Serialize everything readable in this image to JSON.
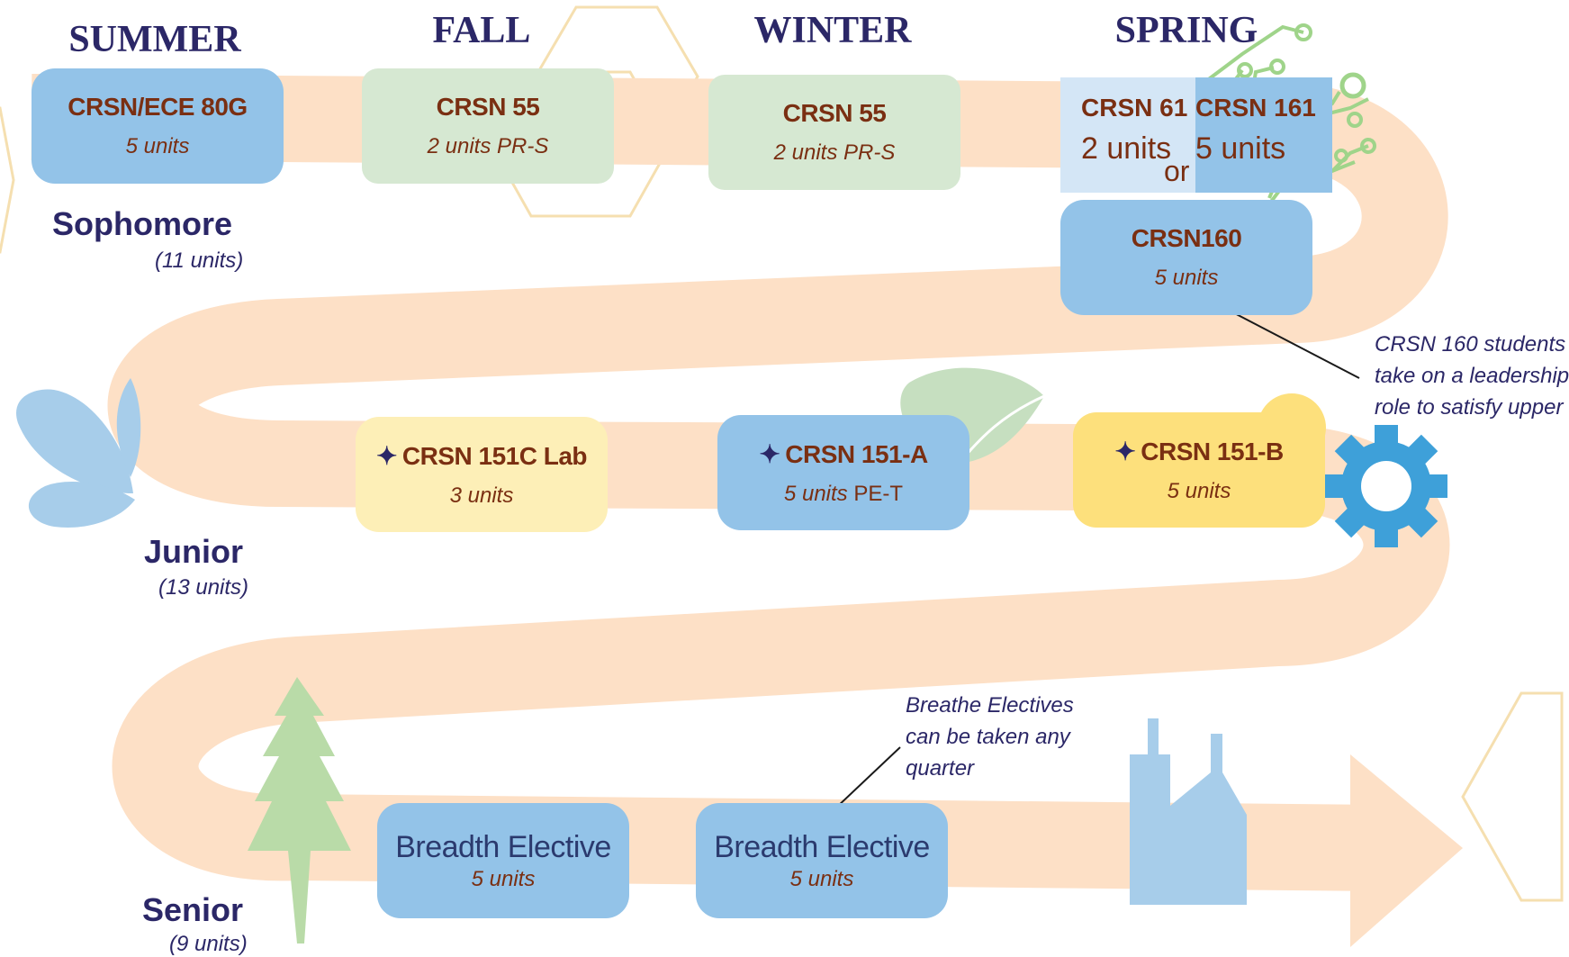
{
  "seasons": [
    "SUMMER",
    "FALL",
    "WINTER",
    "SPRING"
  ],
  "years": {
    "sophomore": {
      "label": "Sophomore",
      "units": "(11 units)"
    },
    "junior": {
      "label": "Junior",
      "units": "(13 units)"
    },
    "senior": {
      "label": "Senior",
      "units": "(9 units)"
    }
  },
  "courses": {
    "summer_soph": {
      "title": "CRSN/ECE 80G",
      "units": "5 units"
    },
    "fall_soph": {
      "title": "CRSN 55",
      "units": "2 units PR-S"
    },
    "winter_soph": {
      "title": "CRSN 55",
      "units": "2 units PR-S"
    },
    "spring_option_a": {
      "title": "CRSN 61",
      "units": "2 units"
    },
    "spring_or": "or",
    "spring_option_b": {
      "title": "CRSN 161",
      "units": "5 units"
    },
    "spring_soph_2": {
      "title": "CRSN160",
      "units": "5 units"
    },
    "fall_junior": {
      "star": "✦",
      "title": "CRSN 151C Lab",
      "units": "3 units"
    },
    "winter_junior": {
      "star": "✦",
      "title": "CRSN 151-A",
      "units_num": "5 units",
      "units_tag": "PE-T"
    },
    "spring_junior": {
      "star": "✦",
      "title": "CRSN 151-B",
      "units": "5 units"
    },
    "fall_senior": {
      "title": "Breadth Elective",
      "units": "5 units"
    },
    "winter_senior": {
      "title": "Breadth Elective",
      "units": "5 units"
    }
  },
  "notes": {
    "leadership": [
      "CRSN 160 students",
      "take on a leadership",
      "role to satisfy upper"
    ],
    "electives": [
      "Breathe Electives",
      "can be taken any",
      "quarter"
    ]
  },
  "colors": {
    "path": "#fde0c6",
    "course_blue": "#93c3e8",
    "course_green": "#d6e8d2",
    "course_yellow": "#fde07c",
    "heading": "#2b2767",
    "course_text": "#7a2f12"
  },
  "icons": [
    "water-drops-icon",
    "leaf-icon",
    "gear-icon",
    "circuit-icon",
    "tree-icon",
    "factory-icon",
    "hexagon-decoration"
  ]
}
